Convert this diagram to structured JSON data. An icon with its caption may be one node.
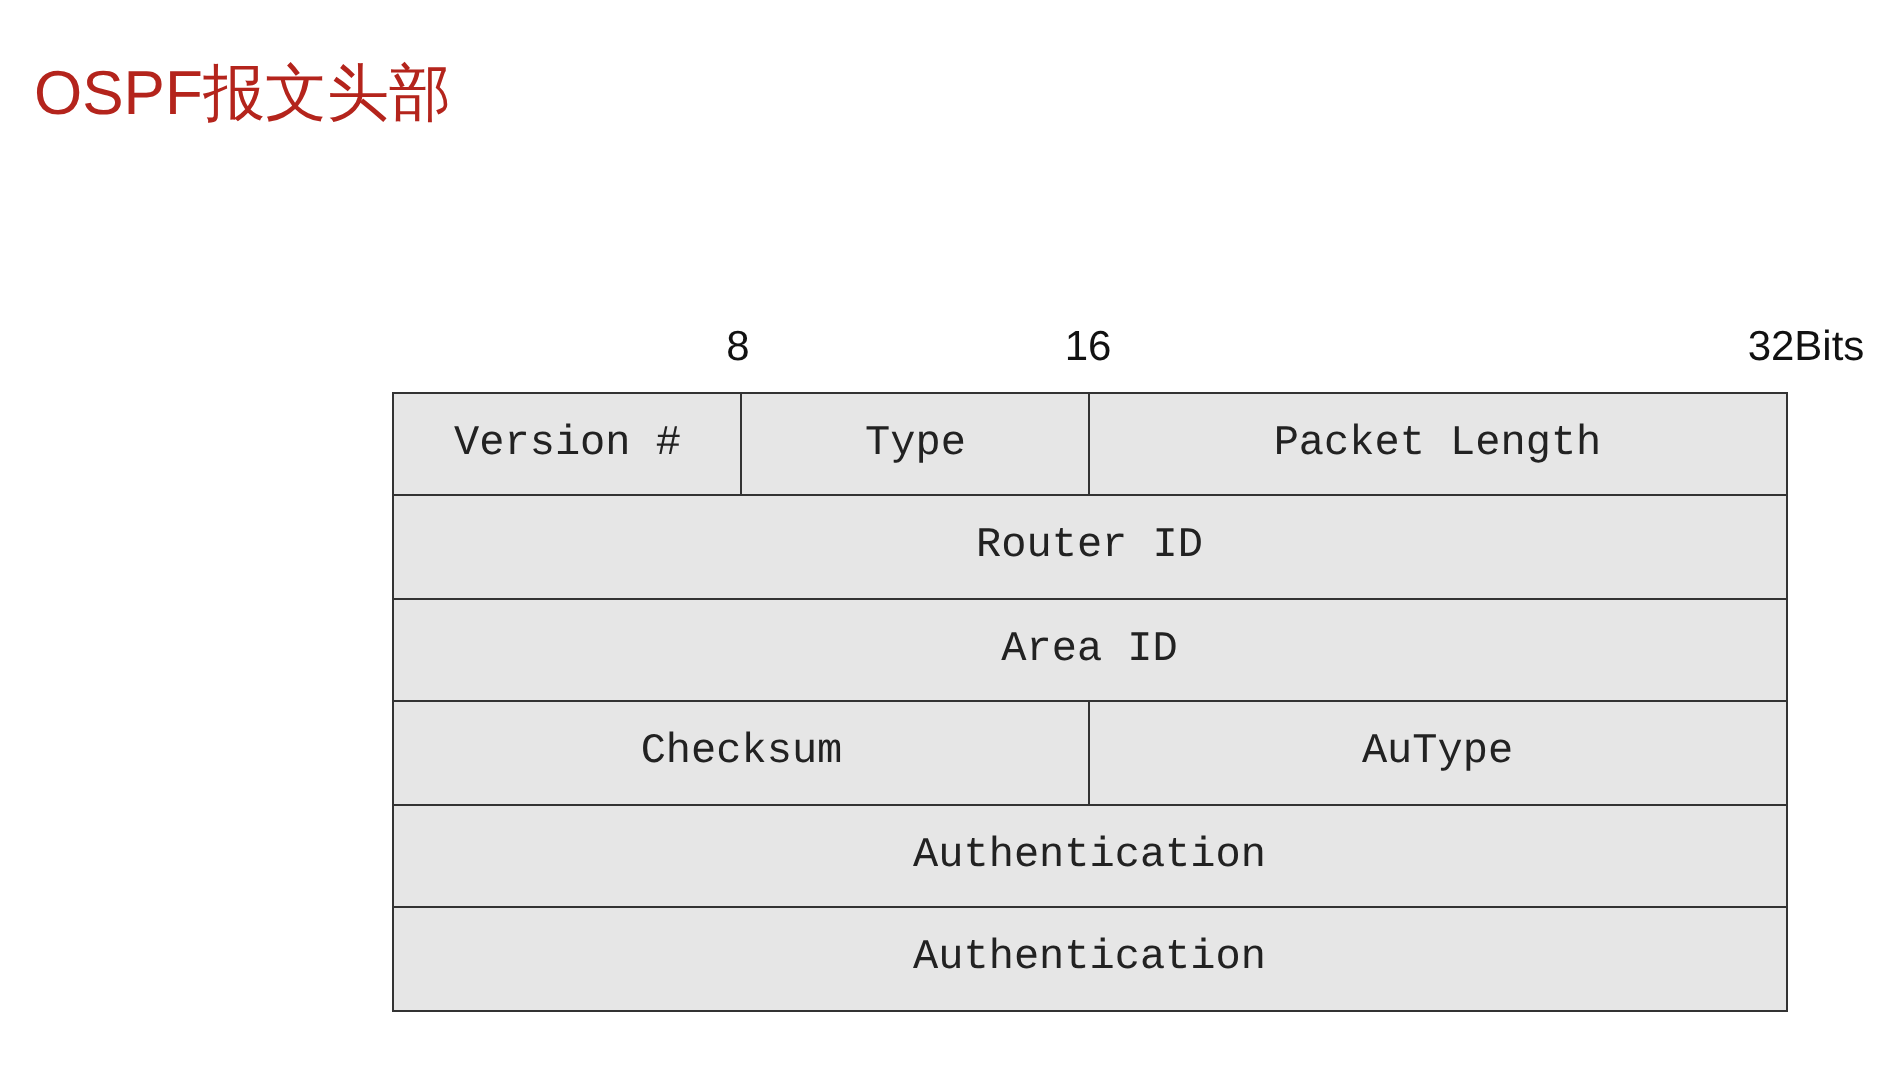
{
  "diagram": {
    "title": "OSPF报文头部",
    "nodes": [
      {
        "text": [
          "Version #"
        ]
      },
      {
        "text": [
          "Type"
        ]
      },
      {
        "text": [
          "Packet Length"
        ]
      },
      {
        "text": [
          "Router ID"
        ]
      },
      {
        "text": [
          "Area ID"
        ]
      },
      {
        "text": [
          "Checksum"
        ]
      },
      {
        "text": [
          "AuType"
        ]
      },
      {
        "text": [
          "Authentication"
        ]
      },
      {
        "text": [
          "Authentication"
        ]
      }
    ],
    "labels": [
      "8",
      "16",
      "32Bits"
    ]
  }
}
